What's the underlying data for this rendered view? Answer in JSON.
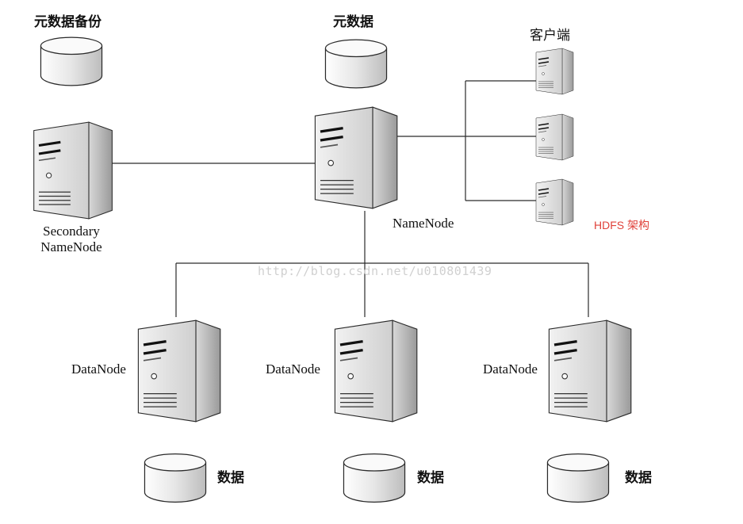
{
  "labels": {
    "metadata_backup": "元数据备份",
    "metadata": "元数据",
    "client": "客户端",
    "secondary_namenode_line1": "Secondary",
    "secondary_namenode_line2": "NameNode",
    "namenode": "NameNode",
    "datanode_1": "DataNode",
    "datanode_2": "DataNode",
    "datanode_3": "DataNode",
    "data_1": "数据",
    "data_2": "数据",
    "data_3": "数据"
  },
  "watermark": "http://blog.csdn.net/u010801439",
  "caption": "HDFS 架构",
  "colors": {
    "line": "#2a2a2a",
    "caption": "#e0413a",
    "watermark": "#d0d0d0"
  }
}
